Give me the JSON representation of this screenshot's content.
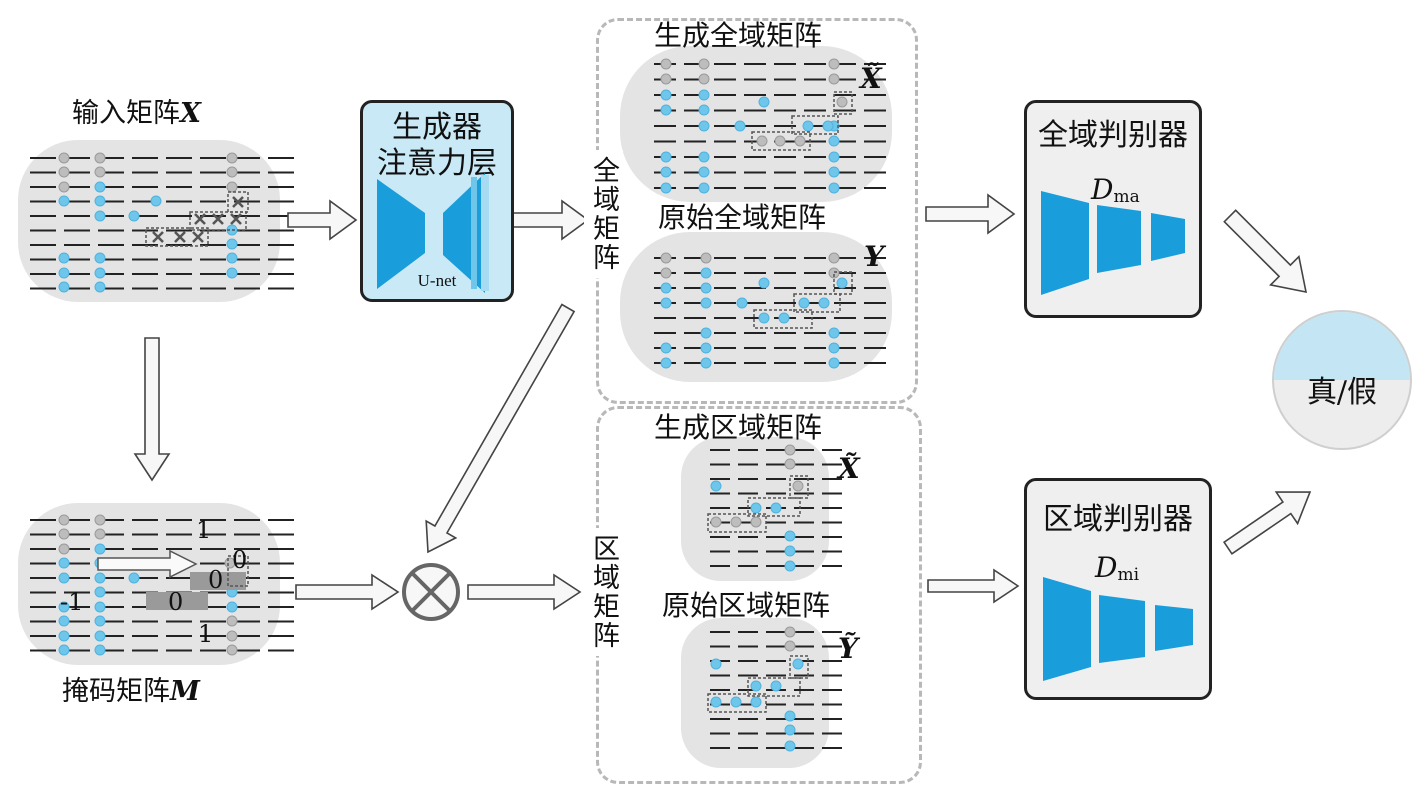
{
  "input_matrix": {
    "title": "输入矩阵",
    "symbol": "X"
  },
  "mask_matrix": {
    "title": "掩码矩阵",
    "symbol": "M",
    "values": [
      "1",
      "0",
      "0",
      "0",
      "-1",
      "1"
    ]
  },
  "generator": {
    "title_line1": "生成器",
    "title_line2": "注意力层",
    "net": "U-net"
  },
  "global_group": {
    "side_label": "全域矩阵",
    "generated": {
      "title": "生成全域矩阵",
      "symbol": "X̃"
    },
    "original": {
      "title": "原始全域矩阵",
      "symbol": "Y"
    }
  },
  "region_group": {
    "side_label": "区域矩阵",
    "generated": {
      "title": "生成区域矩阵",
      "symbol": "X̃"
    },
    "original": {
      "title": "原始区域矩阵",
      "symbol": "Ỹ"
    }
  },
  "global_discriminator": {
    "title": "全域判别器",
    "symbol": "D",
    "subscript": "ma"
  },
  "region_discriminator": {
    "title": "区域判别器",
    "symbol": "D",
    "subscript": "mi"
  },
  "output": {
    "label": "真/假"
  },
  "colors": {
    "accent_blue": "#1a9ddb",
    "light_blue": "#c9e9f7",
    "dot_blue": "#6ec6ea",
    "gray_blob": "#e4e4e4"
  }
}
